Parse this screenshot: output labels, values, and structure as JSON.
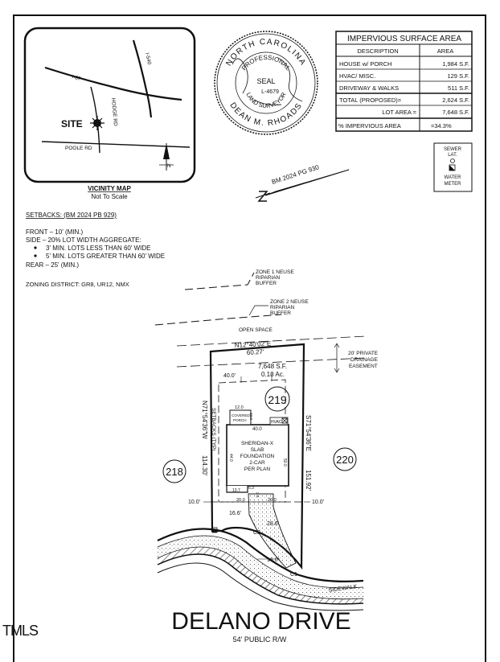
{
  "vicinity": {
    "title": "VICINITY MAP",
    "subtitle": "Not To Scale",
    "road_i87": "I-87",
    "road_i540": "I-540",
    "road_hodge": "HODGE RD",
    "road_poole": "POOLE RD",
    "site": "SITE",
    "north": "N"
  },
  "seal": {
    "top_text": "NORTH CAROLINA",
    "mid_text": "PROFESSIONAL",
    "center": "SEAL",
    "number": "L-4679",
    "lower_text": "LAND SURVEYOR",
    "name": "DEAN M. RHOADS"
  },
  "impervious": {
    "title": "IMPERVIOUS SURFACE AREA",
    "col_desc": "DESCRIPTION",
    "col_area": "AREA",
    "rows": [
      {
        "desc": "HOUSE w/ PORCH",
        "area": "1,984 S.F."
      },
      {
        "desc": "HVAC/ MISC.",
        "area": "129 S.F."
      },
      {
        "desc": "DRIVEWAY & WALKS",
        "area": "511 S.F."
      },
      {
        "desc": "TOTAL (PROPOSED)=",
        "area": "2,624 S.F."
      },
      {
        "desc": "LOT AREA =",
        "area": "7,648 S.F."
      },
      {
        "desc": "% IMPERVIOUS AREA",
        "area": "=34.3%"
      }
    ]
  },
  "legend": {
    "sewer_1": "SEWER",
    "sewer_2": "LAT.",
    "water_1": "WATER",
    "water_2": "METER"
  },
  "bm_ref": "BM 2024 PG 930",
  "setbacks": {
    "header": "SETBACKS: (BM 2024 PB 929)",
    "front": "FRONT – 10' (MIN.)",
    "side": "SIDE – 20% LOT WIDTH AGGREGATE:",
    "side_a": "3' MIN. LOTS LESS THAN 60' WIDE",
    "side_b": "5' MIN. LOTS GREATER THAN 60' WIDE",
    "rear": "REAR – 25' (MIN.)",
    "zoning": "ZONING DISTRICT: GR8, UR12, NMX"
  },
  "buffers": {
    "zone1_a": "ZONE 1 NEUSE",
    "zone1_b": "RIPARIAN",
    "zone1_c": "BUFFER",
    "zone2_a": "ZONE 2 NEUSE",
    "zone2_b": "RIPARIAN",
    "zone2_c": "BUFFER",
    "open_space": "OPEN SPACE"
  },
  "lot": {
    "rear_bearing": "N12°40'02\"E",
    "rear_distance": "60.27'",
    "easement_a": "20' PRIVATE",
    "easement_b": "DRAINAGE",
    "easement_c": "EASEMENT",
    "area_sf": "7,648 S.F.",
    "area_ac": "0.18 Ac.",
    "rear_setback": "40.0'",
    "number": "219",
    "left_bearing": "N71°54'36\"W",
    "left_distance": "114.30'",
    "setbacks_typ": "SETBACKS (TYP)",
    "right_bearing": "S71°54'36\"E",
    "right_distance": "151.92'",
    "front_setback_left": "10.0'",
    "front_setback_right": "10.0'",
    "dim_16_6": "16.6'",
    "dim_28_6": "28.6'",
    "dim_16_0": "16.0'",
    "curve_c1": "C1",
    "curve_c2": "C2",
    "neighbor_left": "218",
    "neighbor_right": "220"
  },
  "house": {
    "porch_width": "12.0",
    "porch_1": "COVERED",
    "porch_2": "PORCH",
    "porch_depth": "10.0",
    "hvac": "HVAC",
    "width": "40.0",
    "line1": "SHERIDAN-X",
    "line2": "SLAB",
    "line3": "FOUNDATION",
    "line4": "2-CAR",
    "line5": "PER PLAN",
    "depth_left": "44.0",
    "depth_right": "50.0",
    "garage_offset": "13.7",
    "bump": "6.3",
    "bump_depth": "2.0",
    "front_left": "20.0",
    "front_right": "20.0"
  },
  "street": {
    "sidewalk": "SIDEWALK",
    "name": "DELANO DRIVE",
    "row": "54' PUBLIC R/W"
  },
  "watermark": "TMLS"
}
